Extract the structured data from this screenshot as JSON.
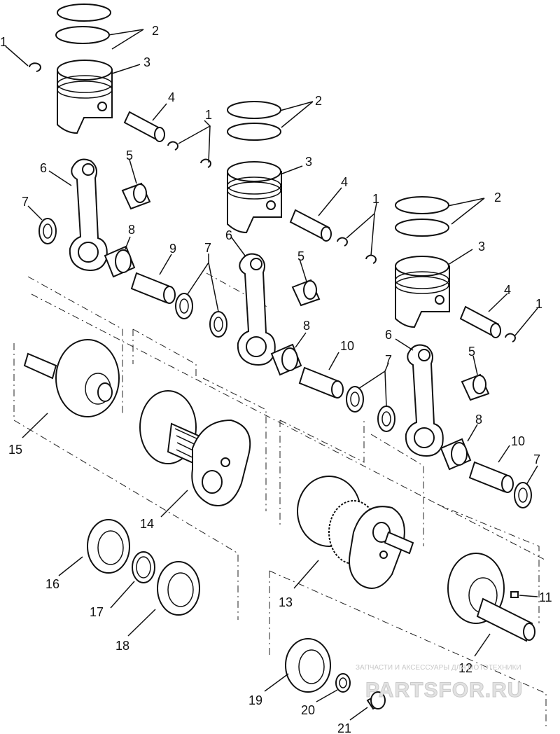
{
  "diagram": {
    "callouts": {
      "c1a": "1",
      "c1b": "1",
      "c1c": "1",
      "c1d": "1",
      "c2a": "2",
      "c2b": "2",
      "c2c": "2",
      "c3a": "3",
      "c3b": "3",
      "c3c": "3",
      "c4a": "4",
      "c4b": "4",
      "c4c": "4",
      "c5a": "5",
      "c5b": "5",
      "c5c": "5",
      "c6a": "6",
      "c6b": "6",
      "c6c": "6",
      "c7a": "7",
      "c7b": "7",
      "c7c": "7",
      "c7d": "7",
      "c8a": "8",
      "c8b": "8",
      "c8c": "8",
      "c9": "9",
      "c10a": "10",
      "c10b": "10",
      "c11": "11",
      "c12": "12",
      "c13": "13",
      "c14": "14",
      "c15": "15",
      "c16": "16",
      "c17": "17",
      "c18": "18",
      "c19": "19",
      "c20": "20",
      "c21": "21"
    },
    "watermark": {
      "tagline": "ЗАПЧАСТИ И АКСЕССУАРЫ ДЛЯ МОТОТЕХНИКИ",
      "brand": "PARTSFOR.RU"
    }
  }
}
